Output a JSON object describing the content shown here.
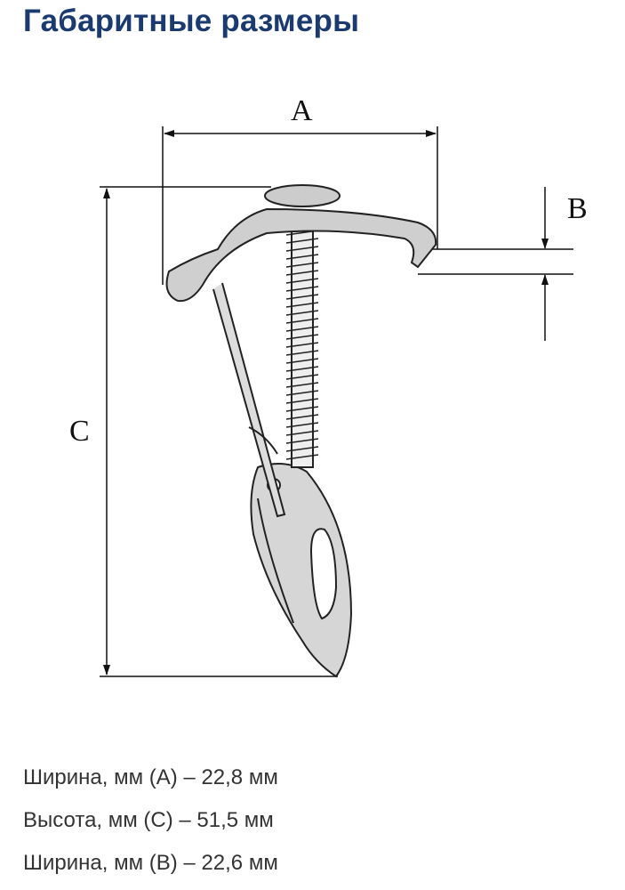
{
  "title": "Габаритные размеры",
  "drawing": {
    "labels": {
      "a": "A",
      "b": "B",
      "c": "C"
    }
  },
  "specs": [
    "Ширина, мм (А) – 22,8 мм",
    "Высота, мм (С) – 51,5 мм",
    "Ширина, мм (В) – 22,6 мм"
  ],
  "colors": {
    "title": "#1b3a6f",
    "text": "#333333"
  }
}
